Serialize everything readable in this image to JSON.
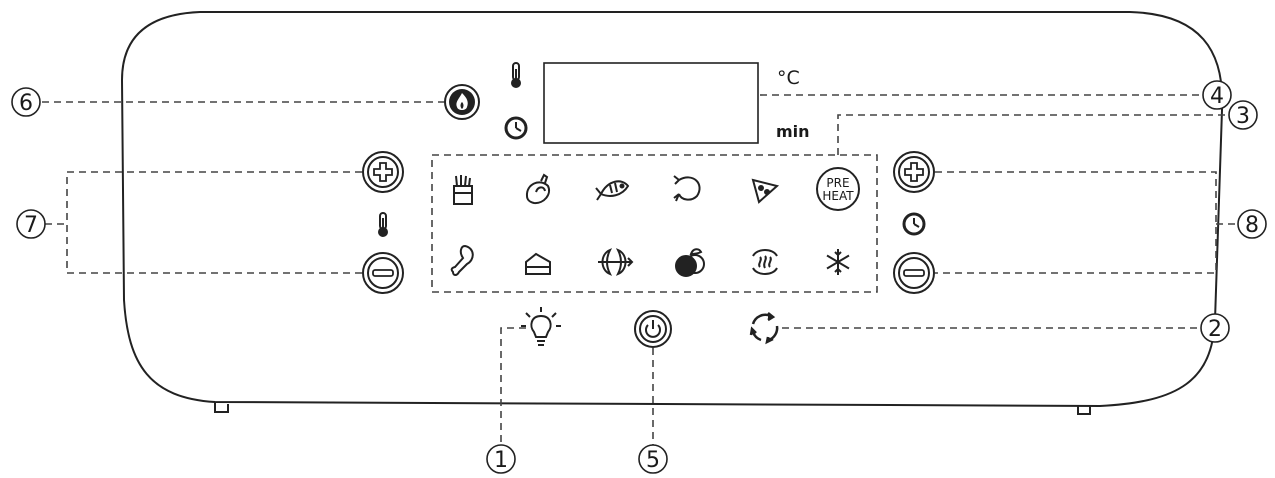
{
  "display": {
    "unit_temperature": "°C",
    "unit_time": "min"
  },
  "preheat": {
    "line1": "PRE",
    "line2": "HEAT"
  },
  "callouts": [
    "1",
    "2",
    "3",
    "4",
    "5",
    "6",
    "7",
    "8"
  ],
  "icons": {
    "presets": [
      "fries-icon",
      "chicken-leg-roast-icon",
      "fish-icon",
      "shrimp-icon",
      "pizza-icon",
      "preheat-icon",
      "drumstick-icon",
      "cake-icon",
      "vegetable-icon",
      "fruit-icon",
      "reheat-icon",
      "defrost-icon"
    ],
    "controls": [
      "light-icon",
      "power-icon",
      "rotate-icon",
      "flame-icon",
      "thermometer-icon",
      "clock-icon",
      "plus-icon",
      "minus-icon"
    ]
  }
}
